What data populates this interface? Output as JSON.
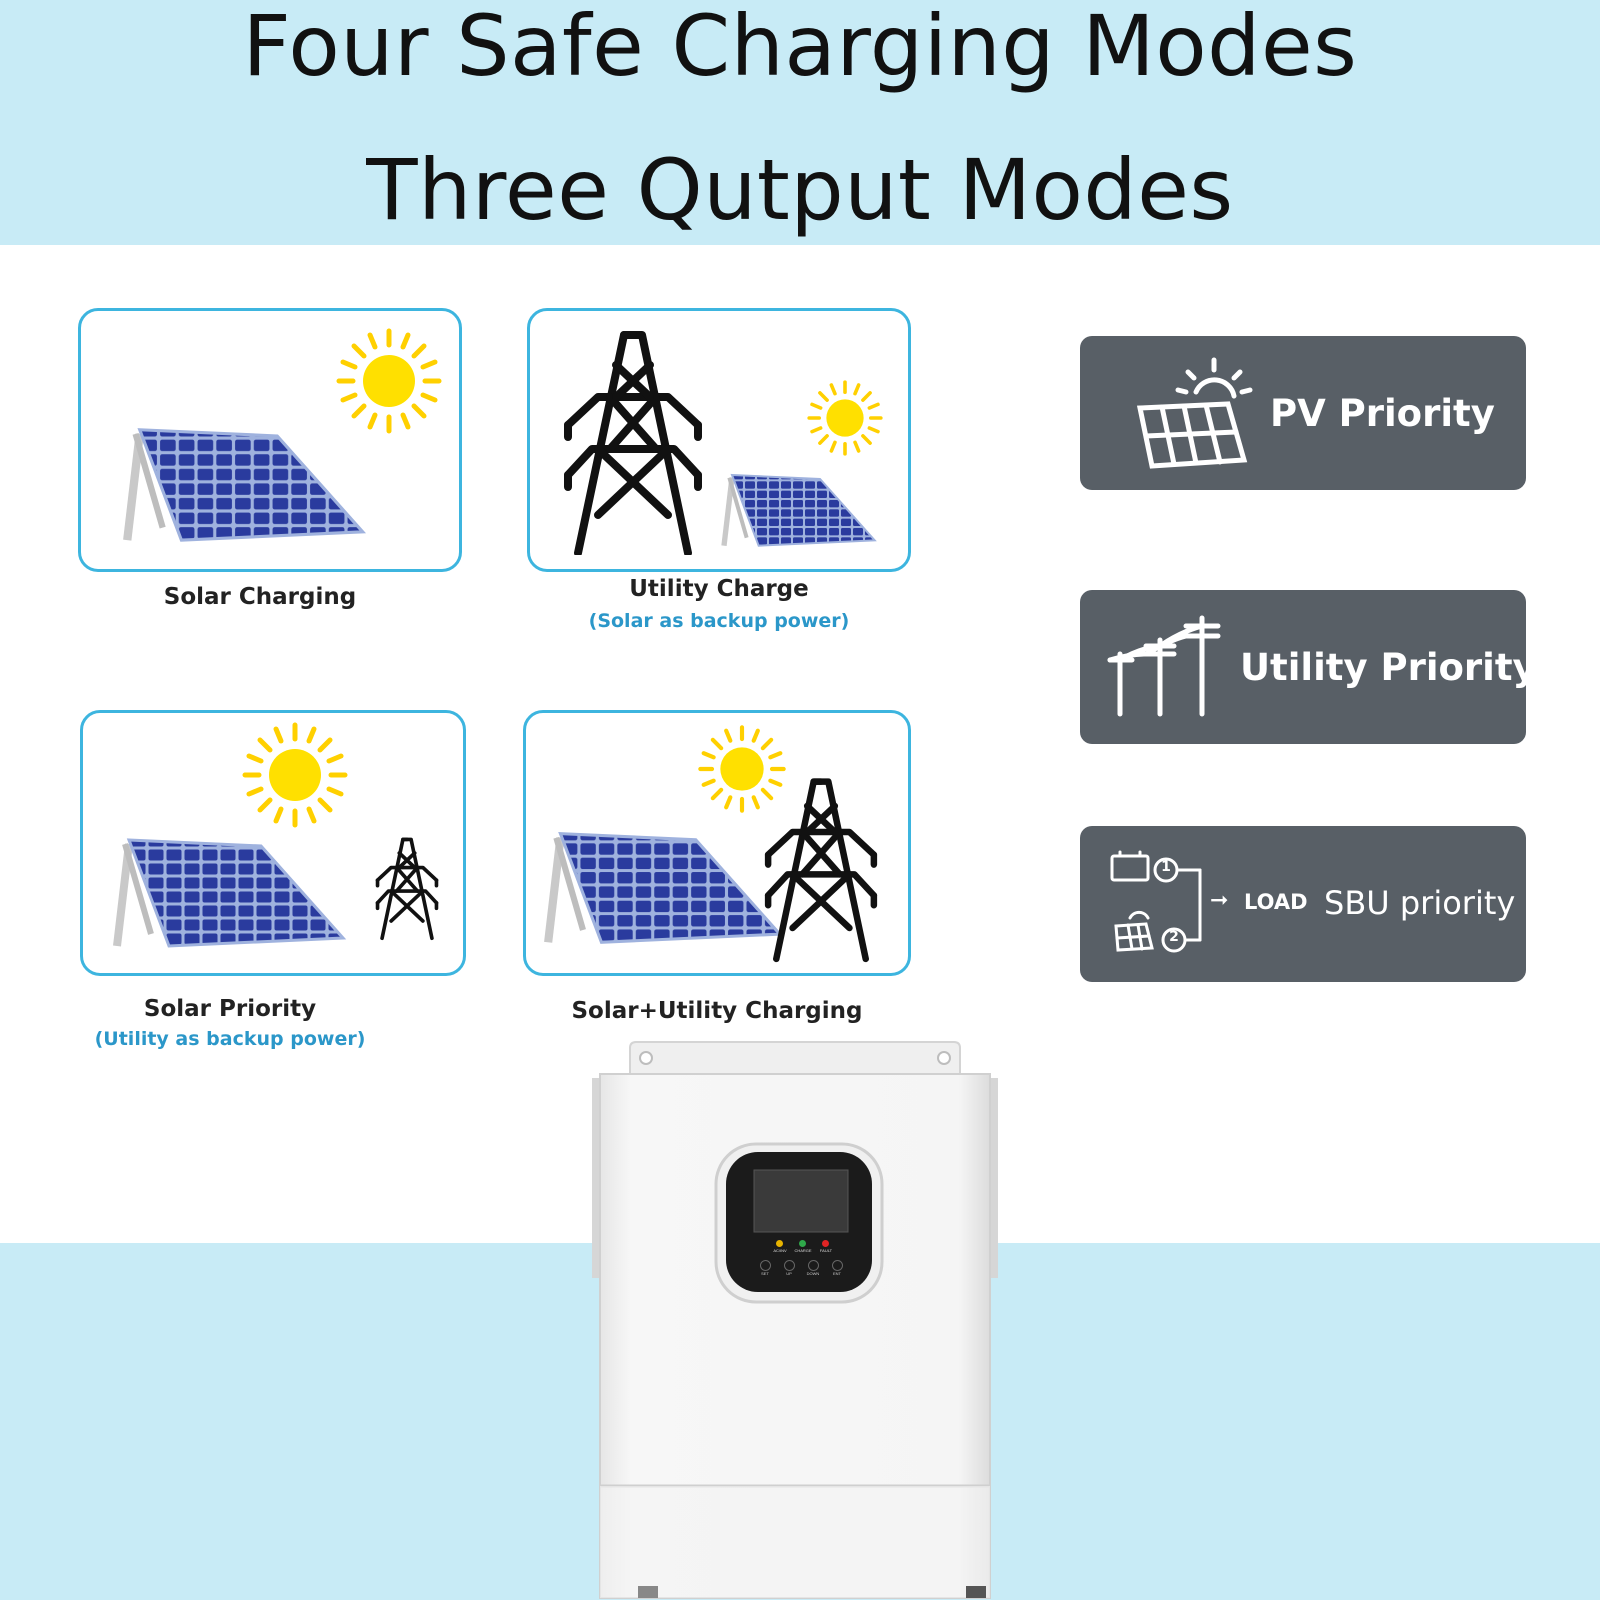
{
  "header": {
    "line1": "Four Safe Charging Modes",
    "line2": "Three Qutput Modes"
  },
  "charging_modes": [
    {
      "title": "Solar Charging",
      "subtitle": "",
      "icons": [
        "solar-panel-icon",
        "sun-icon"
      ]
    },
    {
      "title": "Utility Charge",
      "subtitle": "(Solar as backup power)",
      "icons": [
        "pylon-icon",
        "sun-icon",
        "solar-panel-icon"
      ]
    },
    {
      "title": "Solar Priority",
      "subtitle": "(Utility as backup power)",
      "icons": [
        "sun-icon",
        "solar-panel-icon",
        "pylon-icon"
      ]
    },
    {
      "title": "Solar+Utility Charging",
      "subtitle": "",
      "icons": [
        "sun-icon",
        "solar-panel-icon",
        "pylon-icon"
      ]
    }
  ],
  "output_modes": [
    {
      "label": "PV Priority",
      "icon": "solar-sun-icon"
    },
    {
      "label": "Utility Priority",
      "icon": "power-pole-icon"
    },
    {
      "label": "SBU priority",
      "load_label": "LOAD",
      "markers": [
        "1",
        "2"
      ],
      "icon": "battery-solar-icon"
    }
  ],
  "inverter": {
    "indicators": [
      "AC/INV",
      "CHARGE",
      "FAULT"
    ],
    "buttons": [
      "SET",
      "UP",
      "DOWN",
      "ENT"
    ],
    "indicator_colors": [
      "#e8b400",
      "#2fa84a",
      "#e02424"
    ]
  },
  "colors": {
    "band": "#c8ebf6",
    "card_border": "#3db5df",
    "subtitle": "#2b97c9",
    "mode_box": "#585f66",
    "panel_blue": "#2a3b9e",
    "sun": "#ffe000"
  }
}
